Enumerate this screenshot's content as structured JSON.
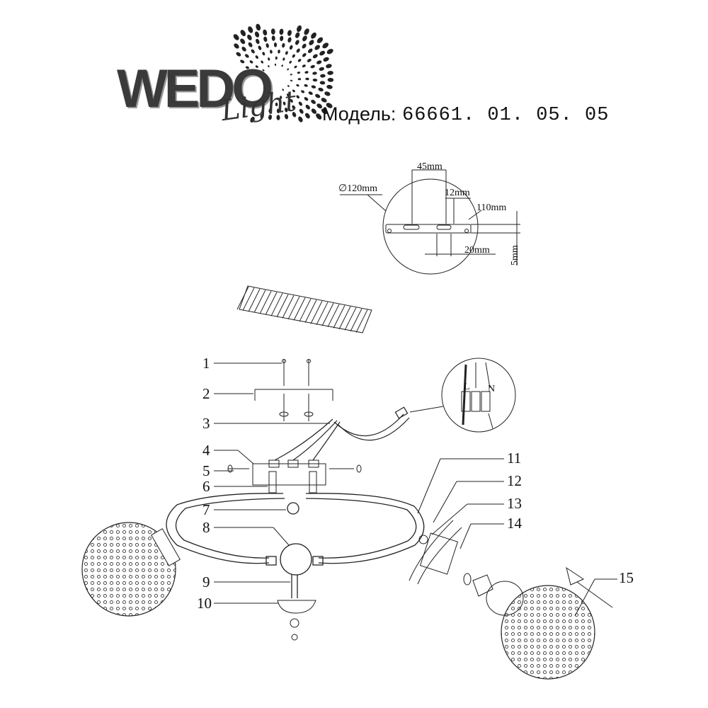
{
  "brand": {
    "logo_letters": "WEDO",
    "logo_script": "Light"
  },
  "model": {
    "label": "Модель:",
    "number": "66661. 01. 05. 05"
  },
  "bracket_detail": {
    "diameter": "∅120mm",
    "width_45": "45mm",
    "width_12": "12mm",
    "length_110": "110mm",
    "width_20": "20mm",
    "thickness_5": "5mm"
  },
  "wiring_detail": {
    "terminal_l": "L",
    "terminal_n": "N"
  },
  "callouts": [
    "1",
    "2",
    "3",
    "4",
    "5",
    "6",
    "7",
    "8",
    "9",
    "10",
    "11",
    "12",
    "13",
    "14",
    "15"
  ]
}
